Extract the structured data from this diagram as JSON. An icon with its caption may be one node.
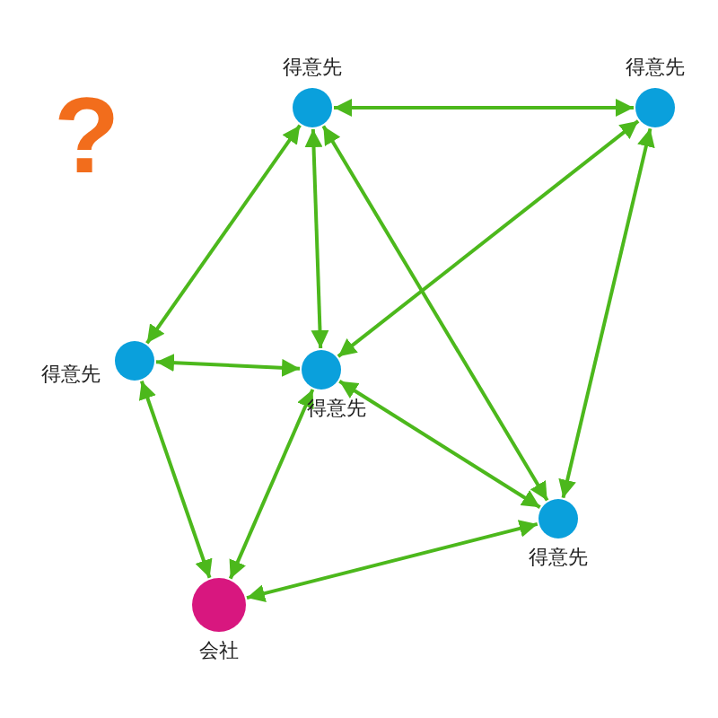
{
  "diagram": {
    "nodes": [
      {
        "text": [
          "得意先"
        ]
      },
      {
        "text": [
          "得意先"
        ]
      },
      {
        "text": [
          "得意先"
        ]
      },
      {
        "text": [
          "得意先"
        ]
      },
      {
        "text": [
          "得意先"
        ]
      },
      {
        "text": [
          "会社"
        ]
      }
    ],
    "edges": [
      {
        "from": 0,
        "to": 1,
        "arrow": "both"
      },
      {
        "from": 0,
        "to": 2,
        "arrow": "both"
      },
      {
        "from": 0,
        "to": 3,
        "arrow": "both"
      },
      {
        "from": 0,
        "to": 4,
        "arrow": "both"
      },
      {
        "from": 1,
        "to": 3,
        "arrow": "both"
      },
      {
        "from": 1,
        "to": 4,
        "arrow": "both"
      },
      {
        "from": 2,
        "to": 3,
        "arrow": "both"
      },
      {
        "from": 2,
        "to": 5,
        "arrow": "both"
      },
      {
        "from": 3,
        "to": 5,
        "arrow": "both"
      },
      {
        "from": 3,
        "to": 4,
        "arrow": "both"
      },
      {
        "from": 4,
        "to": 5,
        "arrow": "both"
      }
    ],
    "labels": [
      "?"
    ]
  }
}
